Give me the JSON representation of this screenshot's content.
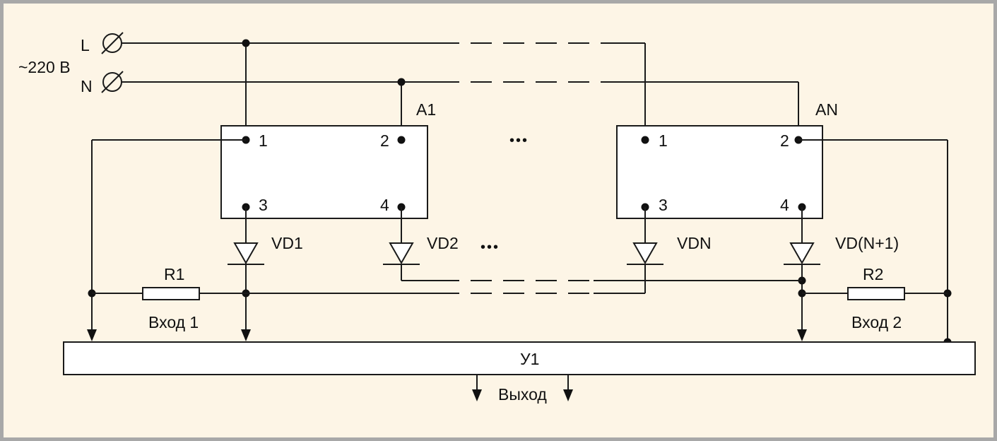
{
  "supply": {
    "voltage": "~220 В",
    "line": "L",
    "neutral": "N"
  },
  "blocks": {
    "a1": {
      "name": "A1",
      "pins": [
        "1",
        "2",
        "3",
        "4"
      ]
    },
    "an": {
      "name": "AN",
      "pins": [
        "1",
        "2",
        "3",
        "4"
      ]
    }
  },
  "ellipsis": "•••",
  "diodes": {
    "vd1": "VD1",
    "vd2": "VD2",
    "vdn": "VDN",
    "vdn1": "VD(N+1)"
  },
  "resistors": {
    "r1": "R1",
    "r2": "R2"
  },
  "inputs": {
    "in1": "Вход 1",
    "in2": "Вход 2"
  },
  "amplifier": {
    "name": "У1"
  },
  "output": "Выход",
  "colors": {
    "background": "#fdf5e6",
    "border": "#a8a8a8",
    "line": "#1a1a1a"
  }
}
